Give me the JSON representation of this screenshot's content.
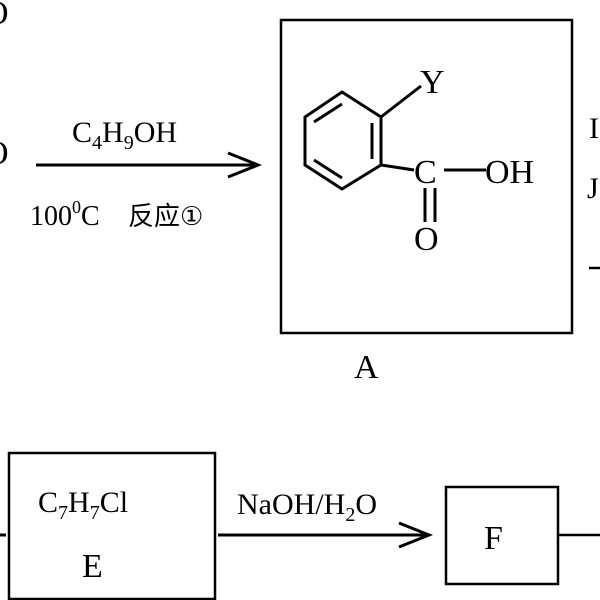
{
  "reaction1": {
    "reagent_formula": {
      "c": "C",
      "c_sub": "4",
      "h": "H",
      "h_sub": "9",
      "rest": "OH"
    },
    "condition_num": "100",
    "condition_sup": "0",
    "condition_unit": "C",
    "condition_text": "反应①"
  },
  "left_fragment_top": "O",
  "left_fragment_mid": "O",
  "compound_a": {
    "substituent": "Y",
    "carbonyl_c": "C",
    "carbonyl_o": "O",
    "hydroxyl": "OH",
    "label": "A"
  },
  "right_fragment_top": "I",
  "right_fragment_mid": "J",
  "compound_e": {
    "formula": {
      "c": "C",
      "c_sub": "7",
      "h": "H",
      "h_sub": "7",
      "rest": "Cl"
    },
    "label": "E"
  },
  "reaction2": {
    "reagent": {
      "main": "NaOH/H",
      "sub": "2",
      "rest": "O"
    }
  },
  "compound_f": {
    "label": "F"
  }
}
